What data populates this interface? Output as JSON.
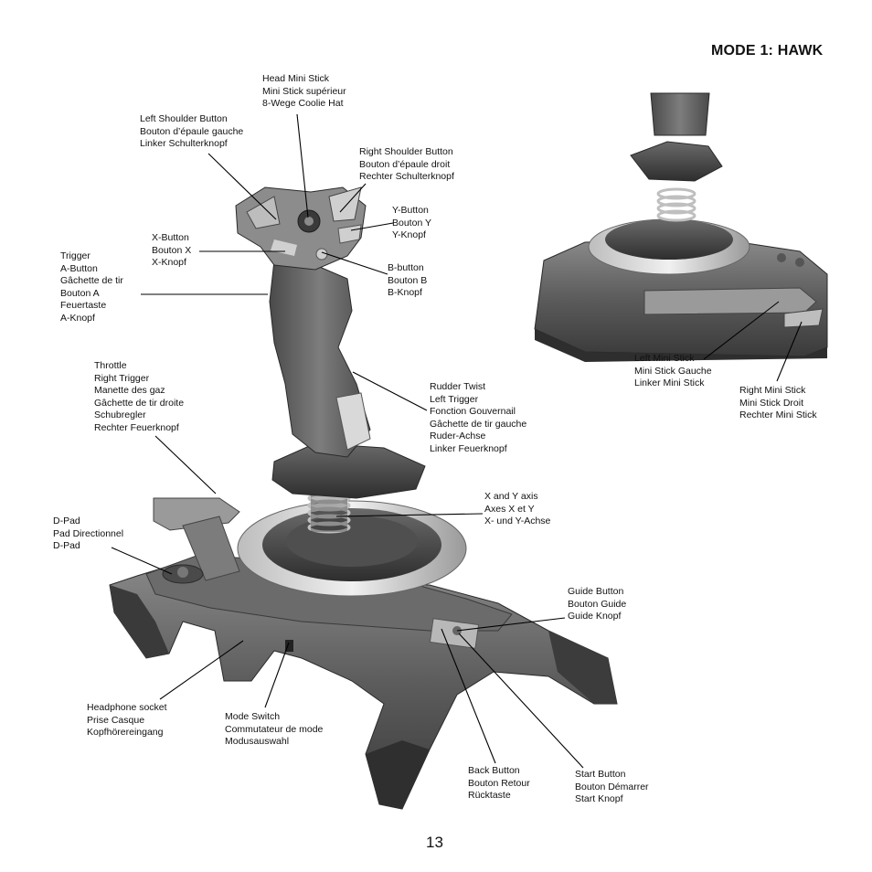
{
  "title": "MODE 1: HAWK",
  "page_number": "13",
  "labels": {
    "head_mini_stick": [
      "Head Mini Stick",
      "Mini Stick supérieur",
      "8-Wege Coolie Hat"
    ],
    "left_shoulder": [
      "Left Shoulder Button",
      "Bouton d’épaule gauche",
      "Linker Schulterknopf"
    ],
    "right_shoulder": [
      "Right Shoulder Button",
      "Bouton d’épaule droit",
      "Rechter Schulterknopf"
    ],
    "y_button": [
      "Y-Button",
      "Bouton Y",
      "Y-Knopf"
    ],
    "x_button": [
      "X-Button",
      "Bouton X",
      "X-Knopf"
    ],
    "b_button": [
      "B-button",
      "Bouton B",
      "B-Knopf"
    ],
    "trigger": [
      "Trigger",
      "A-Button",
      "Gâchette de tir",
      "Bouton A",
      "Feuertaste",
      "A-Knopf"
    ],
    "throttle": [
      "Throttle",
      "Right Trigger",
      "Manette des gaz",
      "Gâchette de tir droite",
      "Schubregler",
      "Rechter Feuerknopf"
    ],
    "rudder": [
      "Rudder Twist",
      "Left Trigger",
      "Fonction Gouvernail",
      "Gâchette de tir gauche",
      "Ruder-Achse",
      "Linker Feuerknopf"
    ],
    "xy_axis": [
      "X and Y axis",
      "Axes X et Y",
      "X- und Y-Achse"
    ],
    "dpad": [
      "D-Pad",
      "Pad Directionnel",
      "D-Pad"
    ],
    "guide": [
      "Guide Button",
      "Bouton Guide",
      "Guide Knopf"
    ],
    "headphone": [
      "Headphone socket",
      "Prise Casque",
      "Kopfhörereingang"
    ],
    "mode_switch": [
      "Mode Switch",
      "Commutateur de mode",
      "Modusauswahl"
    ],
    "back": [
      "Back Button",
      "Bouton Retour",
      "Rücktaste"
    ],
    "start": [
      "Start Button",
      "Bouton Démarrer",
      "Start Knopf"
    ],
    "left_mini": [
      "Left Mini Stick",
      "Mini Stick Gauche",
      "Linker Mini Stick"
    ],
    "right_mini": [
      "Right Mini Stick",
      "Mini Stick Droit",
      "Rechter Mini Stick"
    ]
  }
}
